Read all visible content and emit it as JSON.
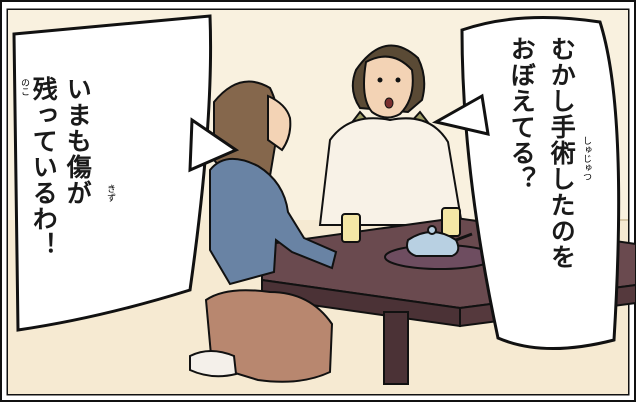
{
  "panel": {
    "bubble_left": {
      "line1": "いまも傷が",
      "line2": "残っているわ！"
    },
    "bubble_right": {
      "line1": "むかし手術したのを",
      "line2": "おぼえてる？"
    },
    "furigana": {
      "kizu": "きず",
      "nokoru": "のこ",
      "shujutsu": "しゅじゅつ"
    }
  }
}
